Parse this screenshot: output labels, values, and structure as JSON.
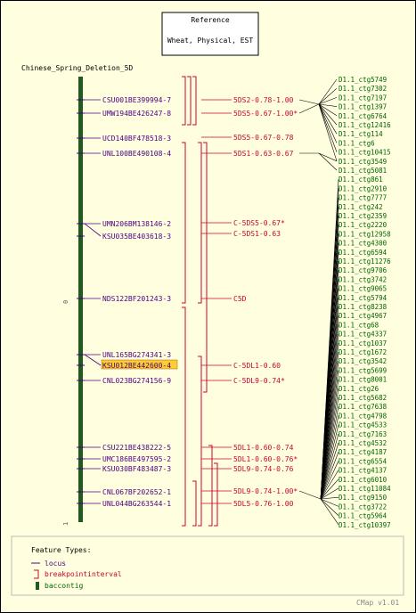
{
  "reference": {
    "line1": "Reference",
    "line2": "Wheat, Physical, EST"
  },
  "map_title": "Chinese_Spring_Deletion_5D",
  "scale": {
    "top": "0",
    "bottom": "1"
  },
  "loci": [
    "CSU001BE399994-7",
    "UMW194BE426247-8",
    "UCD140BF478518-3",
    "UNL100BE490108-4",
    "UMN206BM138146-2",
    "KSU035BE403618-3",
    "NDS122BF201243-3",
    "UNL165BG274341-3",
    "KSU012BE442600-4",
    "CNL023BG274156-9",
    "CSU221BE438222-5",
    "UMC186BE497595-2",
    "KSU030BF483487-3",
    "CNL067BF202652-1",
    "UNL044BG263544-1"
  ],
  "highlighted_locus": "KSU012BE442600-4",
  "breakpoints": [
    "5DS2-0.78-1.00",
    "5DS5-0.67-1.00*",
    "5DS5-0.67-0.78",
    "5DS1-0.63-0.67",
    "C-5DS5-0.67*",
    "C-5DS1-0.63",
    "C5D",
    "C-5DL1-0.60",
    "C-5DL9-0.74*",
    "5DL1-0.60-0.74",
    "5DL1-0.60-0.76*",
    "5DL9-0.74-0.76",
    "5DL9-0.74-1.00*",
    "5DL5-0.76-1.00"
  ],
  "contigs": [
    "D1.1_ctg5749",
    "D1.1_ctg7302",
    "D1.1_ctg7197",
    "D1.1_ctg1397",
    "D1.1_ctg6764",
    "D1.1_ctg12416",
    "D1.1_ctg114",
    "D1.1_ctg6",
    "D1.1_ctg10415",
    "D1.1_ctg3549",
    "D1.1_ctg5081",
    "D1.1_ctg861",
    "D1.1_ctg2910",
    "D1.1_ctg7777",
    "D1.1_ctg242",
    "D1.1_ctg2359",
    "D1.1_ctg2220",
    "D1.1_ctg12958",
    "D1.1_ctg4300",
    "D1.1_ctg6594",
    "D1.1_ctg11276",
    "D1.1_ctg9706",
    "D1.1_ctg3742",
    "D1.1_ctg9065",
    "D1.1_ctg5794",
    "D1.1_ctg8238",
    "D1.1_ctg4967",
    "D1.1_ctg68",
    "D1.1_ctg4337",
    "D1.1_ctg1037",
    "D1.1_ctg1672",
    "D1.1_ctg3542",
    "D1.1_ctg5699",
    "D1.1_ctg8001",
    "D1.1_ctg26",
    "D1.1_ctg5682",
    "D1.1_ctg7638",
    "D1.1_ctg4798",
    "D1.1_ctg4533",
    "D1.1_ctg7163",
    "D1.1_ctg4532",
    "D1.1_ctg4187",
    "D1.1_ctg6554",
    "D1.1_ctg4137",
    "D1.1_ctg6010",
    "D1.1_ctg11084",
    "D1.1_ctg9150",
    "D1.1_ctg3722",
    "D1.1_ctg5964",
    "D1.1_ctg10397"
  ],
  "legend": {
    "title": "Feature Types:",
    "items": [
      {
        "label": "locus",
        "icon": "locus-line-icon"
      },
      {
        "label": "breakpointinterval",
        "icon": "bracket-icon"
      },
      {
        "label": "baccontig",
        "icon": "bar-icon"
      }
    ]
  },
  "footer": "CMap v1.01",
  "colors": {
    "background": "#FFFFE0",
    "locus": "#4B0082",
    "breakpoint": "#CC0033",
    "contig": "#006400",
    "chromosome": "#1F5A1F",
    "highlight": "#FFCC33"
  }
}
